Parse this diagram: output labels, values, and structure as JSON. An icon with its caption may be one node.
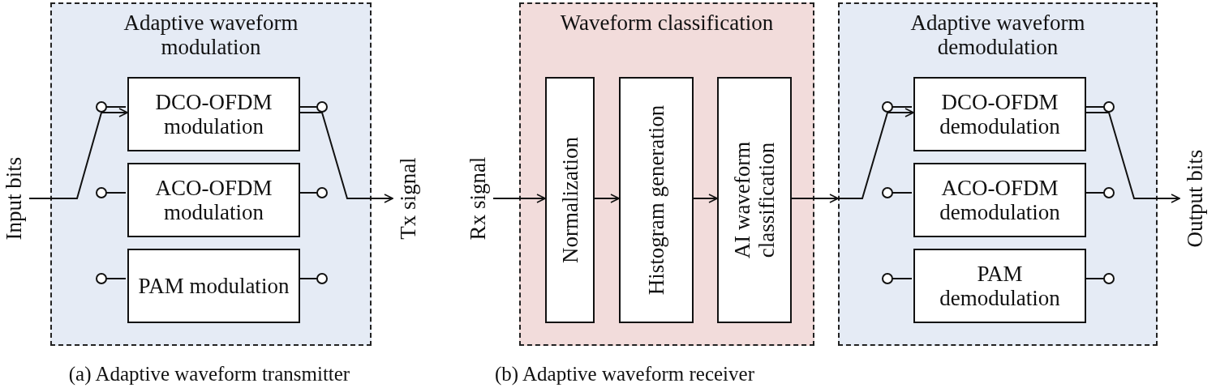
{
  "diagram": {
    "nodes": [
      {
        "text": [
          "Input bits"
        ]
      },
      {
        "text": [
          "Adaptive waveform modulation"
        ]
      },
      {
        "text": [
          "DCO-OFDM modulation"
        ],
        "in": 1
      },
      {
        "text": [
          "ACO-OFDM modulation"
        ],
        "in": 1
      },
      {
        "text": [
          "PAM modulation"
        ],
        "in": 1
      },
      {
        "text": [
          "Tx signal"
        ]
      },
      {
        "text": [
          "Rx signal"
        ]
      },
      {
        "text": [
          "Waveform classification"
        ]
      },
      {
        "text": [
          "Normalization"
        ],
        "in": 7
      },
      {
        "text": [
          "Histogram generation"
        ],
        "in": 7
      },
      {
        "text": [
          "AI waveform classification"
        ],
        "in": 7
      },
      {
        "text": [
          "Adaptive waveform demodulation"
        ]
      },
      {
        "text": [
          "DCO-OFDM demodulation"
        ],
        "in": 11
      },
      {
        "text": [
          "ACO-OFDM demodulation"
        ],
        "in": 11
      },
      {
        "text": [
          "PAM demodulation"
        ],
        "in": 11
      },
      {
        "text": [
          "Output bits"
        ]
      }
    ],
    "edges": [
      {
        "from": 0,
        "to": 2,
        "arrow": "to"
      },
      {
        "from": 2,
        "to": 5,
        "arrow": "to"
      },
      {
        "from": 6,
        "to": 8,
        "arrow": "to"
      },
      {
        "from": 8,
        "to": 9,
        "arrow": "to"
      },
      {
        "from": 9,
        "to": 10,
        "arrow": "to"
      },
      {
        "from": 10,
        "to": 11,
        "arrow": "to"
      },
      {
        "from": 11,
        "to": 12,
        "arrow": "to"
      },
      {
        "from": 12,
        "to": 15,
        "arrow": "to"
      }
    ],
    "labels": [
      "(a) Adaptive waveform transmitter",
      "(b) Adaptive waveform receiver"
    ]
  }
}
